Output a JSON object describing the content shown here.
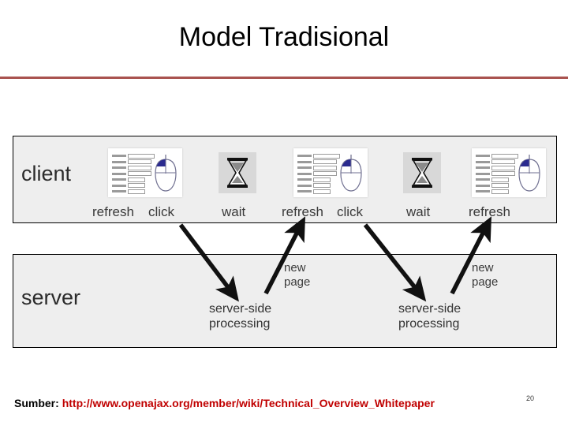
{
  "slide": {
    "title": "Model Tradisional",
    "accent_color": "#a9534f",
    "band_fill": "#eeeeee"
  },
  "diagram": {
    "client_label": "client",
    "server_label": "server",
    "client_steps": [
      {
        "icon": "form-mouse-icon",
        "captions": [
          "refresh",
          "click"
        ]
      },
      {
        "icon": "hourglass-icon",
        "captions": [
          "wait"
        ]
      },
      {
        "icon": "form-mouse-icon",
        "captions": [
          "refresh",
          "click"
        ]
      },
      {
        "icon": "hourglass-icon",
        "captions": [
          "wait"
        ]
      },
      {
        "icon": "form-mouse-icon",
        "captions": [
          "refresh"
        ]
      }
    ],
    "captions": {
      "refresh_1": "refresh",
      "click_1": "click",
      "wait_1": "wait",
      "refresh_2": "refresh",
      "click_2": "click",
      "wait_2": "wait",
      "refresh_3": "refresh"
    },
    "server_steps": [
      {
        "line1": "server-side",
        "line2": "processing"
      },
      {
        "line1": "server-side",
        "line2": "processing"
      }
    ],
    "server_processing_1_line1": "server-side",
    "server_processing_1_line2": "processing",
    "server_processing_2_line1": "server-side",
    "server_processing_2_line2": "processing",
    "new_page_1_line1": "new",
    "new_page_1_line2": "page",
    "new_page_2_line1": "new",
    "new_page_2_line2": "page"
  },
  "footer": {
    "source_label": "Sumber:",
    "source_url": "http://www.openajax.org/member/wiki/Technical_Overview_Whitepaper",
    "page_number": "20"
  }
}
